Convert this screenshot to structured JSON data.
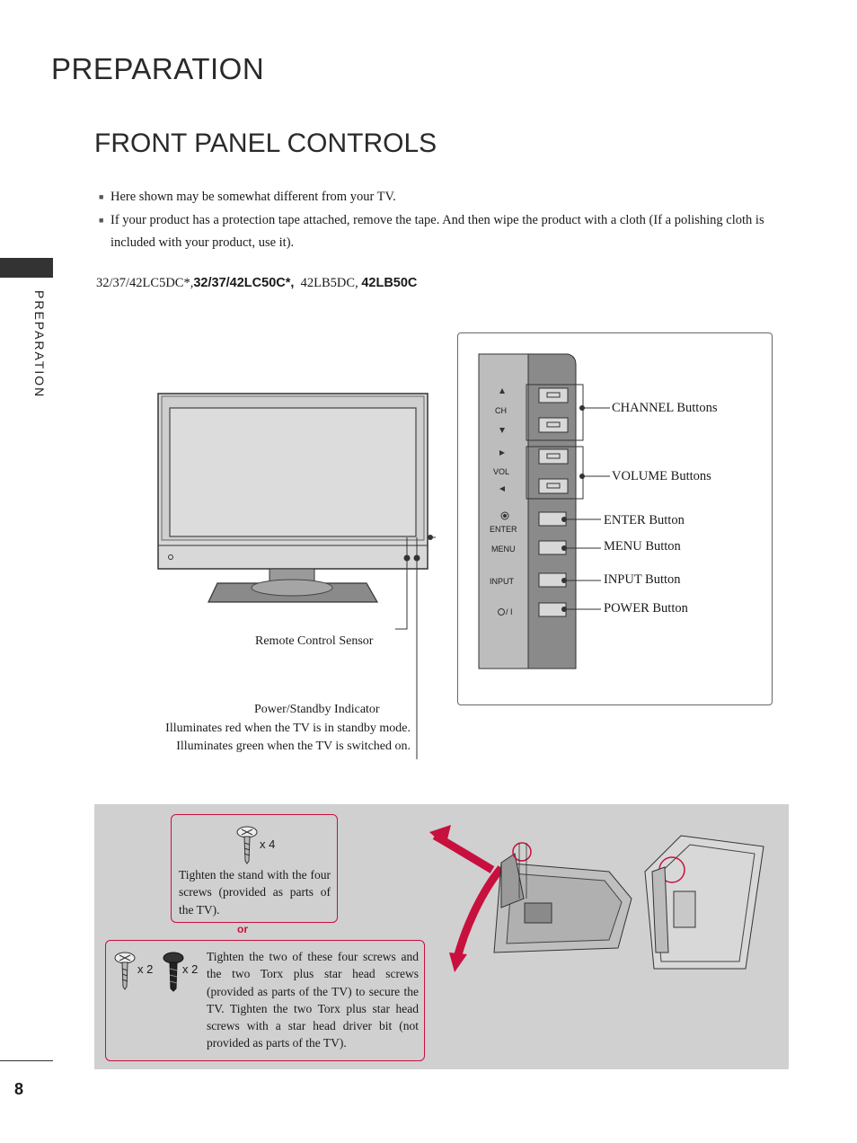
{
  "header": {
    "title": "PREPARATION"
  },
  "section": {
    "title": "FRONT PANEL CONTROLS"
  },
  "side_label": "PREPARATION",
  "notes": [
    "Here shown may be somewhat different from your TV.",
    "If your product has a protection tape attached, remove the tape. And then wipe the product with a cloth (If a polishing cloth is included with your product, use it)."
  ],
  "models": {
    "m1": "32/37/42LC5DC*,",
    "m2": "32/37/42LC50C*,",
    "m3": "42LB5DC,",
    "m4": "42LB50C"
  },
  "panel": {
    "ch": "CH",
    "vol": "VOL",
    "enter": "ENTER",
    "menu": "MENU",
    "input": "INPUT",
    "power_symbol": "/ I",
    "labels": {
      "channel": "CHANNEL Buttons",
      "volume": "VOLUME Buttons",
      "enter": "ENTER Button",
      "menu": "MENU Button",
      "input": "INPUT Button",
      "power": "POWER Button"
    }
  },
  "tv": {
    "remote_sensor": "Remote Control Sensor",
    "power_indicator_title": "Power/Standby Indicator",
    "power_indicator_line1": "Illuminates red when the TV is in standby mode.",
    "power_indicator_line2": "Illuminates green when the TV is switched on."
  },
  "assembly": {
    "screw_count_4": "x 4",
    "text1": "Tighten the stand with the four screws (provided as parts of the TV).",
    "or": "or",
    "screw_count_a": "x 2",
    "screw_count_b": "x 2",
    "text2": "Tighten the two of these four screws and the two Torx plus star head screws (provided as parts of the TV) to secure the TV. Tighten the two Torx plus star head screws with a star head driver bit (not provided as parts of the TV)."
  },
  "page_number": "8",
  "colors": {
    "accent": "#c8103e",
    "panel_bg": "#d0d0d0",
    "tab": "#333333"
  }
}
